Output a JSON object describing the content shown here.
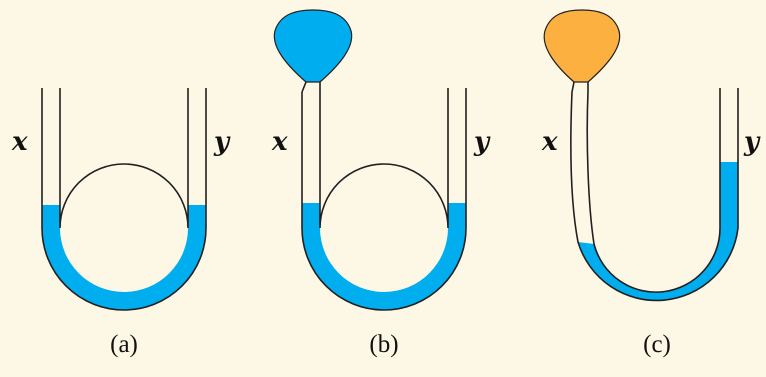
{
  "colors": {
    "background": "#fdf8e6",
    "liquid": "#00aeef",
    "bulb_b": "#00aeef",
    "bulb_c": "#fbb040",
    "tube_outline": "#231f20"
  },
  "panels": [
    {
      "caption": "(a)",
      "left_arm_label": "x",
      "right_arm_label": "y",
      "has_bulb": false
    },
    {
      "caption": "(b)",
      "left_arm_label": "x",
      "right_arm_label": "y",
      "has_bulb": true,
      "bulb_color": "#00aeef"
    },
    {
      "caption": "(c)",
      "left_arm_label": "x",
      "right_arm_label": "y",
      "has_bulb": true,
      "bulb_color": "#fbb040"
    }
  ]
}
